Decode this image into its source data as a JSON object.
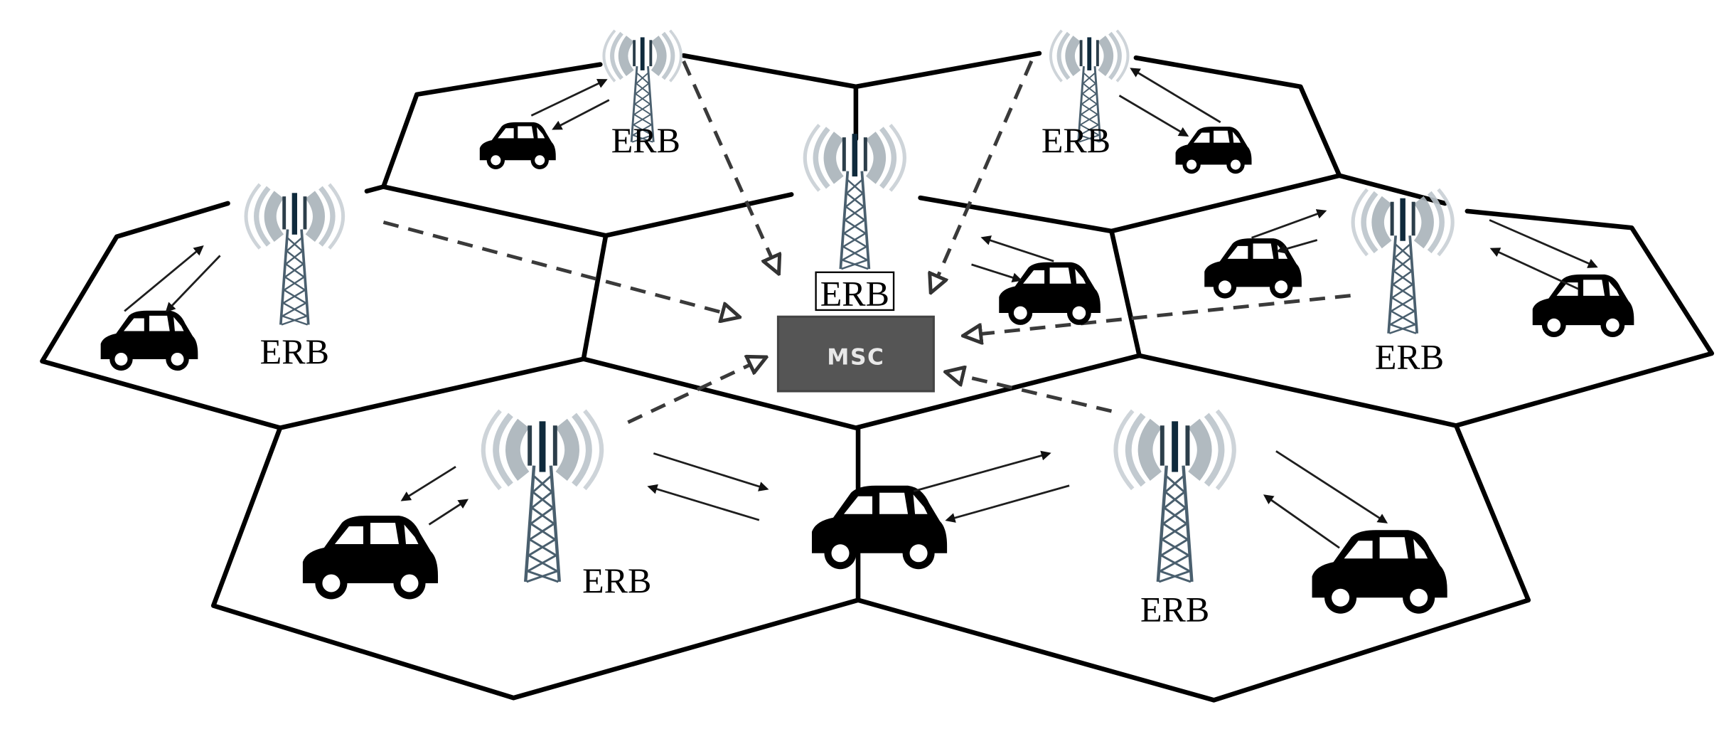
{
  "diagram": {
    "title": "Cellular network architecture",
    "central_switch": {
      "label": "MSC",
      "fill": "#555555"
    },
    "base_station_label": "ERB",
    "base_stations": [
      {
        "id": "top-left",
        "label": "ERB"
      },
      {
        "id": "top-right",
        "label": "ERB"
      },
      {
        "id": "center",
        "label": "ERB"
      },
      {
        "id": "left",
        "label": "ERB"
      },
      {
        "id": "right",
        "label": "ERB"
      },
      {
        "id": "bottom-left",
        "label": "ERB"
      },
      {
        "id": "bottom-right",
        "label": "ERB"
      }
    ],
    "cell_count": 7,
    "vehicle_count": 9,
    "colors": {
      "cell_border": "#000000",
      "tower_steel": "#4a5f6e",
      "tower_core": "#0f2a3c",
      "antenna_wave": "#9aa6ae",
      "backhaul_link": "#3a3a3a"
    }
  }
}
